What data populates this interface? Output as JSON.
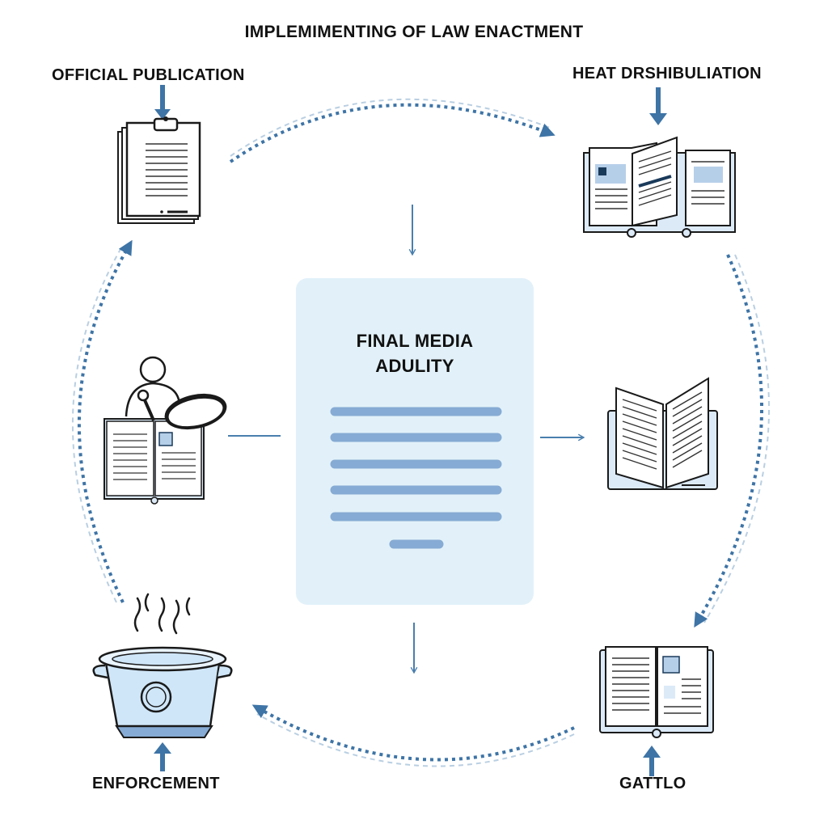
{
  "title": "IMPLEMIMENTING OF LAW ENACTMENT",
  "center": {
    "title_line1": "FINAL MEDIA",
    "title_line2": "ADULITY"
  },
  "nodes": {
    "official_publication": {
      "label": "OFFICIAL PUBLICATION",
      "icon": "clipboard-document-icon"
    },
    "heat_distribution": {
      "label": "HEAT DRSHIBULIATION",
      "icon": "open-book-icon"
    },
    "review": {
      "icon": "person-magnifier-book-icon"
    },
    "reading": {
      "icon": "open-book-icon"
    },
    "enforcement": {
      "label": "ENFORCEMENT",
      "icon": "cooking-pot-icon"
    },
    "gattlo": {
      "label": "GATTLO",
      "icon": "open-book-icon"
    }
  },
  "colors": {
    "arrow": "#3e74a6",
    "dash_light": "#b9cfe2",
    "panel": "#e2f1f9",
    "panel_lines": "#86abd4",
    "icon_fill": "#dceaf8",
    "ink": "#111111"
  }
}
